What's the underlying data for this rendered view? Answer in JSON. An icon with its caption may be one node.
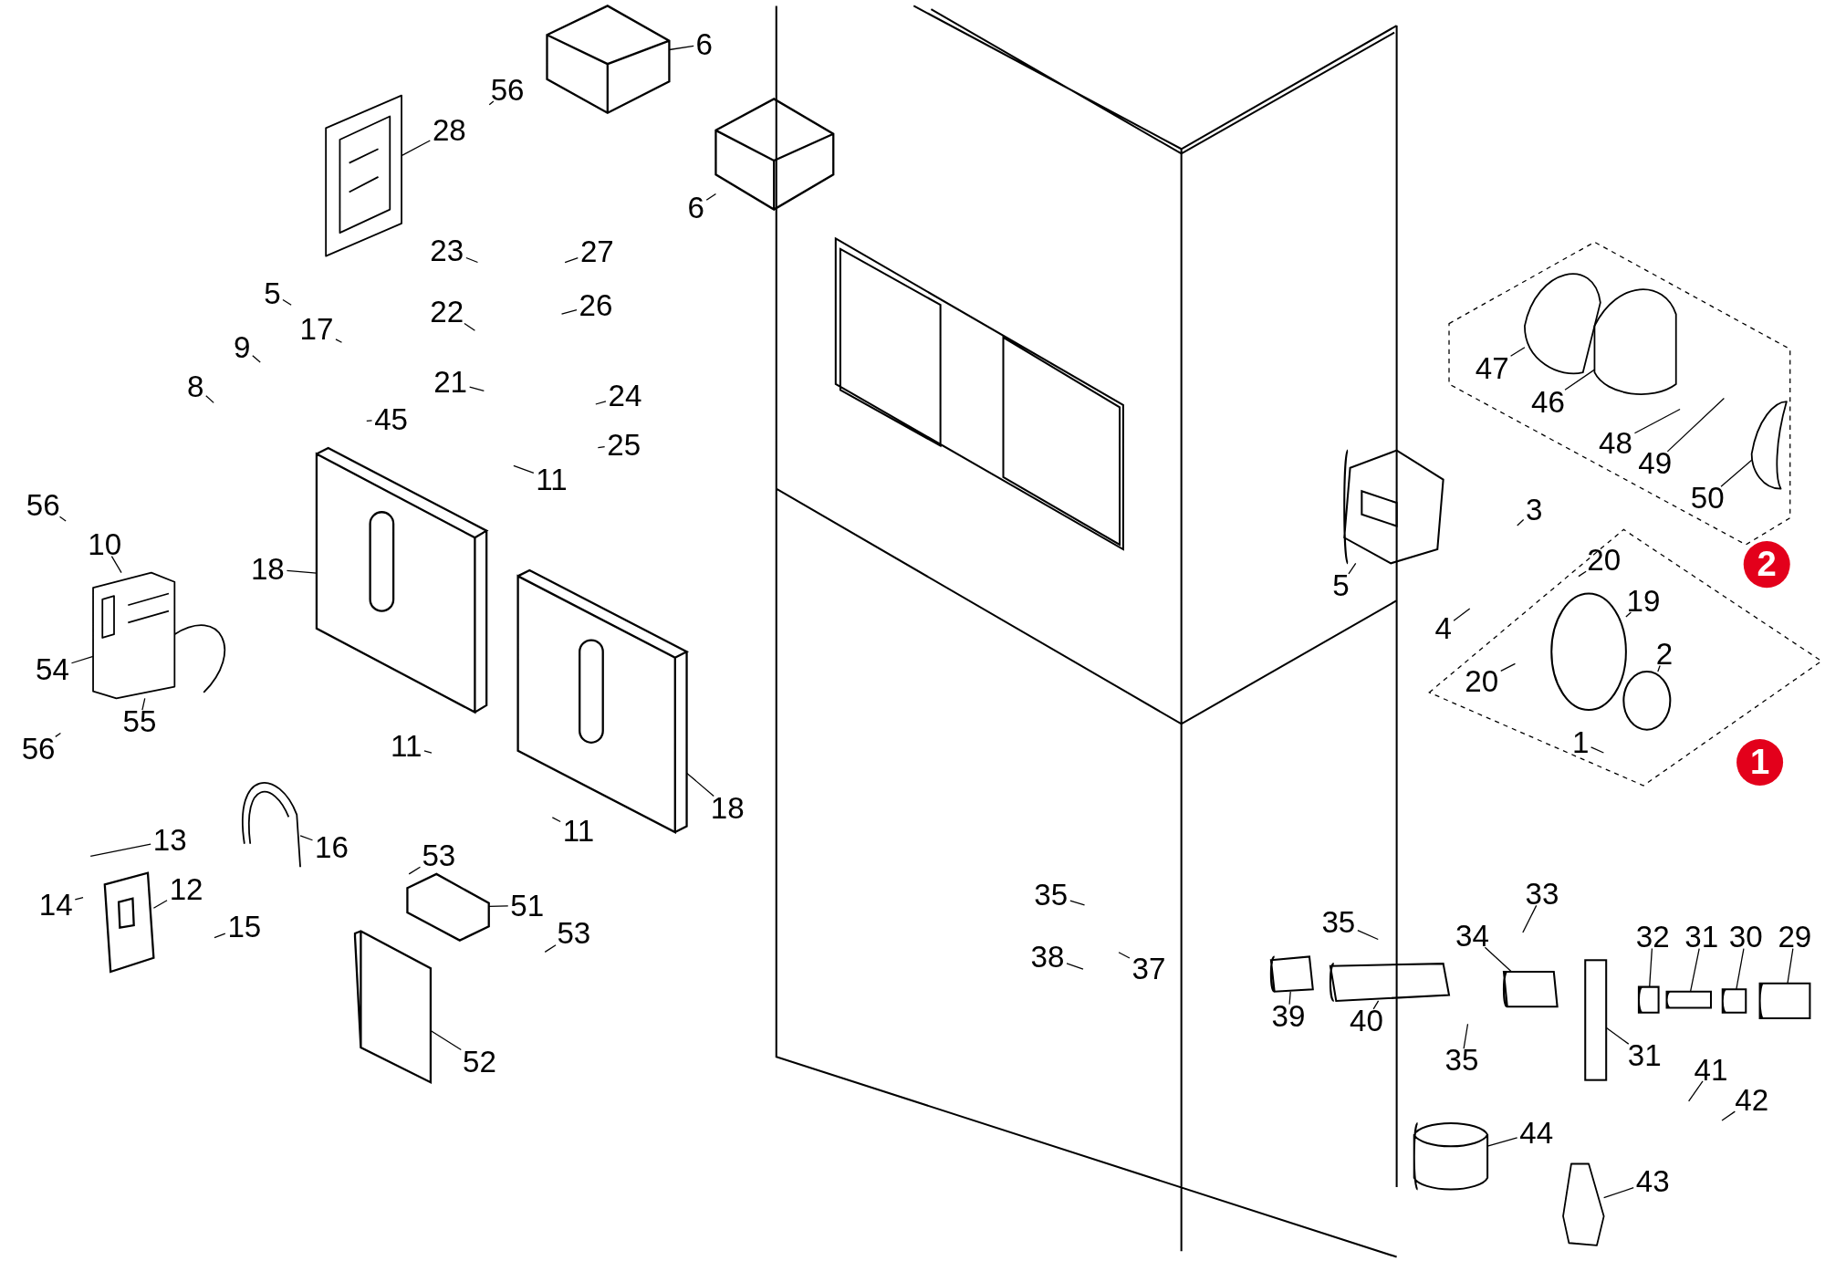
{
  "diagram": {
    "nodes": [
      {
        "text": [
          "6"
        ]
      },
      {
        "text": [
          "56"
        ]
      },
      {
        "text": [
          "28"
        ]
      },
      {
        "text": [
          "6"
        ]
      },
      {
        "text": [
          "23"
        ]
      },
      {
        "text": [
          "27"
        ]
      },
      {
        "text": [
          "5"
        ]
      },
      {
        "text": [
          "26"
        ]
      },
      {
        "text": [
          "22"
        ]
      },
      {
        "text": [
          "17"
        ]
      },
      {
        "text": [
          "9"
        ]
      },
      {
        "text": [
          "47"
        ]
      },
      {
        "text": [
          "21"
        ]
      },
      {
        "text": [
          "8"
        ]
      },
      {
        "text": [
          "24"
        ]
      },
      {
        "text": [
          "46"
        ]
      },
      {
        "text": [
          "45"
        ]
      },
      {
        "text": [
          "48"
        ]
      },
      {
        "text": [
          "25"
        ]
      },
      {
        "text": [
          "49"
        ]
      },
      {
        "text": [
          "11"
        ]
      },
      {
        "text": [
          "50"
        ]
      },
      {
        "text": [
          "56"
        ]
      },
      {
        "text": [
          "3"
        ]
      },
      {
        "text": [
          "10"
        ]
      },
      {
        "text": [
          "20"
        ]
      },
      {
        "text": [
          "18"
        ]
      },
      {
        "text": [
          "5"
        ]
      },
      {
        "text": [
          "19"
        ]
      },
      {
        "text": [
          "4"
        ]
      },
      {
        "text": [
          "2"
        ]
      },
      {
        "text": [
          "54"
        ]
      },
      {
        "text": [
          "20"
        ]
      },
      {
        "text": [
          "55"
        ]
      },
      {
        "text": [
          "1"
        ]
      },
      {
        "text": [
          "11"
        ]
      },
      {
        "text": [
          "56"
        ]
      },
      {
        "text": [
          "18"
        ]
      },
      {
        "text": [
          "11"
        ]
      },
      {
        "text": [
          "13"
        ]
      },
      {
        "text": [
          "16"
        ]
      },
      {
        "text": [
          "53"
        ]
      },
      {
        "text": [
          "12"
        ]
      },
      {
        "text": [
          "35"
        ]
      },
      {
        "text": [
          "33"
        ]
      },
      {
        "text": [
          "14"
        ]
      },
      {
        "text": [
          "51"
        ]
      },
      {
        "text": [
          "35"
        ]
      },
      {
        "text": [
          "15"
        ]
      },
      {
        "text": [
          "53"
        ]
      },
      {
        "text": [
          "34"
        ]
      },
      {
        "text": [
          "32"
        ]
      },
      {
        "text": [
          "31"
        ]
      },
      {
        "text": [
          "30"
        ]
      },
      {
        "text": [
          "29"
        ]
      },
      {
        "text": [
          "38"
        ]
      },
      {
        "text": [
          "37"
        ]
      },
      {
        "text": [
          "39"
        ]
      },
      {
        "text": [
          "40"
        ]
      },
      {
        "text": [
          "31"
        ]
      },
      {
        "text": [
          "35"
        ]
      },
      {
        "text": [
          "52"
        ]
      },
      {
        "text": [
          "41"
        ]
      },
      {
        "text": [
          "42"
        ]
      },
      {
        "text": [
          "44"
        ]
      },
      {
        "text": [
          "43"
        ]
      },
      {
        "text": [],
        "shape": "box"
      },
      {
        "text": [],
        "shape": "picture"
      },
      {
        "text": [],
        "shape": "box"
      },
      {
        "text": [],
        "shape": "box"
      },
      {
        "text": [],
        "shape": "picture"
      },
      {
        "text": [],
        "shape": "cylinder"
      },
      {
        "text": [],
        "shape": "picture"
      },
      {
        "text": [],
        "shape": "picture"
      },
      {
        "text": [],
        "shape": "picture"
      },
      {
        "text": [],
        "shape": "circle"
      },
      {
        "text": [],
        "shape": "circle"
      },
      {
        "text": [],
        "shape": "box"
      },
      {
        "text": [],
        "shape": "picture"
      },
      {
        "text": [],
        "shape": "box"
      },
      {
        "text": [],
        "shape": "box"
      },
      {
        "text": [],
        "shape": "box"
      },
      {
        "text": [],
        "shape": "cylinder"
      },
      {
        "text": [],
        "shape": "cylinder"
      },
      {
        "text": [],
        "shape": "cylinder"
      },
      {
        "text": [],
        "shape": "cylinder"
      },
      {
        "text": [],
        "shape": "cylinder"
      },
      {
        "text": [],
        "shape": "cylinder"
      },
      {
        "text": [],
        "shape": "cylinder"
      },
      {
        "text": [],
        "shape": "bar"
      },
      {
        "text": [],
        "shape": "cylinder"
      },
      {
        "text": [],
        "shape": "picture"
      }
    ],
    "edges": [
      {
        "from": 0,
        "to": 66,
        "arrow": "none"
      },
      {
        "from": 1,
        "to": null,
        "arrow": "none"
      },
      {
        "from": 2,
        "to": 67,
        "arrow": "none"
      },
      {
        "from": 3,
        "to": 68,
        "arrow": "none"
      },
      {
        "from": 4,
        "to": null,
        "arrow": "none"
      },
      {
        "from": 5,
        "to": null,
        "arrow": "none"
      },
      {
        "from": 6,
        "to": null,
        "arrow": "none"
      },
      {
        "from": 7,
        "to": null,
        "arrow": "none"
      },
      {
        "from": 8,
        "to": null,
        "arrow": "none"
      },
      {
        "from": 9,
        "to": null,
        "arrow": "none"
      },
      {
        "from": 10,
        "to": null,
        "arrow": "none"
      },
      {
        "from": 11,
        "to": 72,
        "arrow": "none"
      },
      {
        "from": 12,
        "to": null,
        "arrow": "none"
      },
      {
        "from": 13,
        "to": null,
        "arrow": "none"
      },
      {
        "from": 14,
        "to": null,
        "arrow": "none"
      },
      {
        "from": 15,
        "to": 73,
        "arrow": "none"
      },
      {
        "from": 16,
        "to": null,
        "arrow": "none"
      },
      {
        "from": 17,
        "to": null,
        "arrow": "none"
      },
      {
        "from": 18,
        "to": null,
        "arrow": "none"
      },
      {
        "from": 19,
        "to": null,
        "arrow": "none"
      },
      {
        "from": 20,
        "to": null,
        "arrow": "none"
      },
      {
        "from": 21,
        "to": 74,
        "arrow": "none"
      },
      {
        "from": 22,
        "to": null,
        "arrow": "none"
      },
      {
        "from": 23,
        "to": null,
        "arrow": "none"
      },
      {
        "from": 24,
        "to": 70,
        "arrow": "none"
      },
      {
        "from": 25,
        "to": null,
        "arrow": "none"
      },
      {
        "from": 26,
        "to": 69,
        "arrow": "none"
      },
      {
        "from": 27,
        "to": 71,
        "arrow": "none"
      },
      {
        "from": 28,
        "to": 75,
        "arrow": "none"
      },
      {
        "from": 29,
        "to": null,
        "arrow": "none"
      },
      {
        "from": 30,
        "to": 76,
        "arrow": "none"
      },
      {
        "from": 31,
        "to": 70,
        "arrow": "none"
      },
      {
        "from": 32,
        "to": null,
        "arrow": "none"
      },
      {
        "from": 33,
        "to": 70,
        "arrow": "none"
      },
      {
        "from": 34,
        "to": null,
        "arrow": "none"
      },
      {
        "from": 35,
        "to": null,
        "arrow": "none"
      },
      {
        "from": 36,
        "to": null,
        "arrow": "none"
      },
      {
        "from": 37,
        "to": 77,
        "arrow": "none"
      },
      {
        "from": 38,
        "to": null,
        "arrow": "none"
      },
      {
        "from": 39,
        "to": null,
        "arrow": "none"
      },
      {
        "from": 40,
        "to": 78,
        "arrow": "none"
      },
      {
        "from": 41,
        "to": null,
        "arrow": "none"
      },
      {
        "from": 42,
        "to": 79,
        "arrow": "none"
      },
      {
        "from": 43,
        "to": null,
        "arrow": "none"
      },
      {
        "from": 44,
        "to": null,
        "arrow": "none"
      },
      {
        "from": 45,
        "to": null,
        "arrow": "none"
      },
      {
        "from": 46,
        "to": 80,
        "arrow": "none"
      },
      {
        "from": 47,
        "to": null,
        "arrow": "none"
      },
      {
        "from": 48,
        "to": null,
        "arrow": "none"
      },
      {
        "from": 49,
        "to": null,
        "arrow": "none"
      },
      {
        "from": 50,
        "to": 84,
        "arrow": "none"
      },
      {
        "from": 51,
        "to": 85,
        "arrow": "none"
      },
      {
        "from": 52,
        "to": 86,
        "arrow": "none"
      },
      {
        "from": 53,
        "to": 87,
        "arrow": "none"
      },
      {
        "from": 54,
        "to": 88,
        "arrow": "none"
      },
      {
        "from": 55,
        "to": null,
        "arrow": "none"
      },
      {
        "from": 56,
        "to": null,
        "arrow": "none"
      },
      {
        "from": 57,
        "to": 82,
        "arrow": "none"
      },
      {
        "from": 58,
        "to": 83,
        "arrow": "none"
      },
      {
        "from": 59,
        "to": 89,
        "arrow": "none"
      },
      {
        "from": 60,
        "to": null,
        "arrow": "none"
      },
      {
        "from": 61,
        "to": 81,
        "arrow": "none"
      },
      {
        "from": 62,
        "to": null,
        "arrow": "none"
      },
      {
        "from": 63,
        "to": null,
        "arrow": "none"
      },
      {
        "from": 64,
        "to": 90,
        "arrow": "none"
      },
      {
        "from": 65,
        "to": 91,
        "arrow": "none"
      }
    ],
    "labels": [
      "2",
      "1"
    ]
  }
}
